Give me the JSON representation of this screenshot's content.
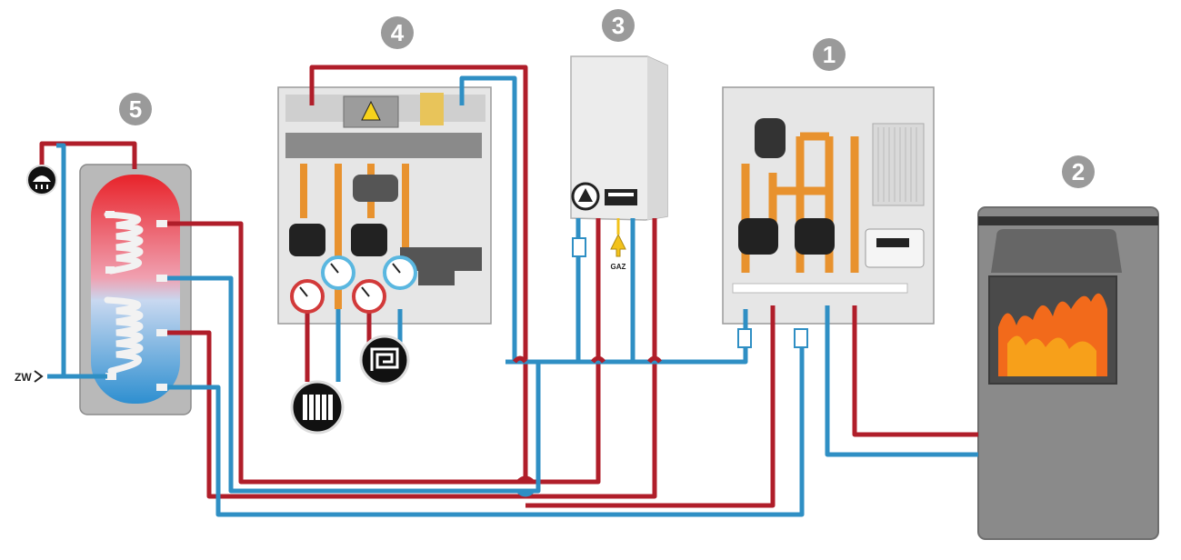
{
  "badges": {
    "boiler_module": "1",
    "stove": "2",
    "gas_boiler": "3",
    "distribution_unit": "4",
    "dhw_tank": "5"
  },
  "labels": {
    "gas": "GAZ",
    "cold_water": "ZW"
  },
  "colors": {
    "supply_pipe": "#b01e2a",
    "return_pipe": "#2f8fc4",
    "badge_fill": "#9a9a9a",
    "panel": "#e6e6e6",
    "stove_body": "#8a8a8a",
    "copper": "#e8922e",
    "flame": "#f26a1b"
  }
}
